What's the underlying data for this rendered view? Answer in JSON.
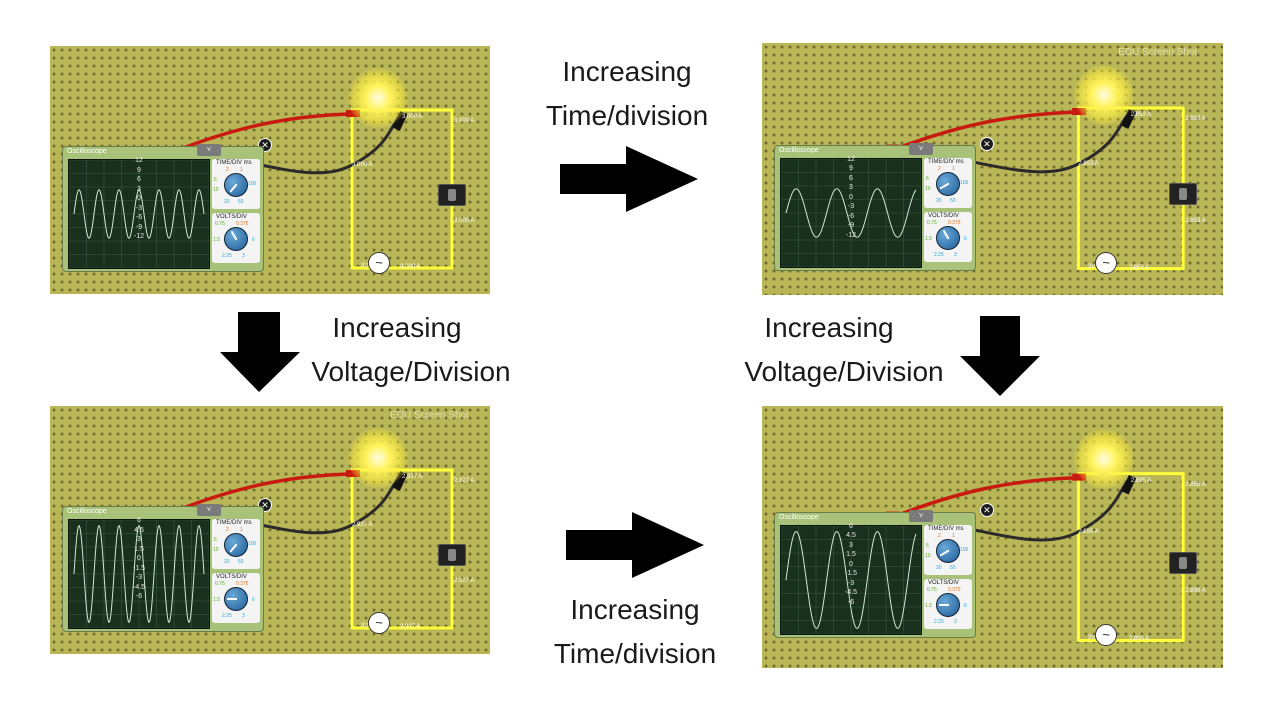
{
  "panels": [
    {
      "scope_title": "Oscilloscope",
      "tab_label": "v",
      "close_symbol": "✕",
      "watermark": "",
      "ticks": [
        "12",
        "9",
        "6",
        "3",
        "0",
        "-3",
        "-6",
        "-9",
        "-12"
      ],
      "time_title": "TIME/DIV ms",
      "time_opts": {
        "tl": "2",
        "tr": "1",
        "l1": "5",
        "l2": "10",
        "r1": "100",
        "b1": "20",
        "b2": "50"
      },
      "volts_title": "VOLTS/DIV",
      "volts_opts": {
        "tl": "0.75",
        "tr": "0.375",
        "l1": "1.5",
        "r1": "6",
        "b1": "2.25",
        "b2": "3"
      },
      "amps": [
        "3.000 A",
        "3.000 A",
        "3.000 A",
        "3.000 A",
        "3.000 A"
      ],
      "source_label": "3V",
      "wave": {
        "cycles": 6.5,
        "amplitude": 0.28,
        "phase": 0.0
      }
    },
    {
      "scope_title": "Oscilloscope",
      "tab_label": "v",
      "close_symbol": "✕",
      "watermark": "EDU Screen Shot",
      "ticks": [
        "12",
        "9",
        "6",
        "3",
        "0",
        "-3",
        "-6",
        "-9",
        "-12"
      ],
      "time_title": "TIME/DIV ms",
      "time_opts": {
        "tl": "2",
        "tr": "1",
        "l1": "5",
        "l2": "10",
        "r1": "100",
        "b1": "20",
        "b2": "50"
      },
      "volts_title": "VOLTS/DIV",
      "volts_opts": {
        "tl": "0.75",
        "tr": "0.375",
        "l1": "1.5",
        "r1": "6",
        "b1": "2.25",
        "b2": "3"
      },
      "amps": [
        "2.853 A",
        "2.853 A",
        "2.853 A",
        "2.853 A",
        "2.853 A"
      ],
      "source_label": "3V",
      "wave": {
        "cycles": 3.2,
        "amplitude": 0.28,
        "phase": 0.0
      }
    },
    {
      "scope_title": "Oscilloscope",
      "tab_label": "v",
      "close_symbol": "✕",
      "watermark": "EDU Screen Shot",
      "ticks": [
        "6",
        "4.5",
        "3",
        "1.5",
        "0",
        "-1.5",
        "-3",
        "-4.5",
        "-6"
      ],
      "time_title": "TIME/DIV ms",
      "time_opts": {
        "tl": "2",
        "tr": "1",
        "l1": "5",
        "l2": "10",
        "r1": "100",
        "b1": "20",
        "b2": "50"
      },
      "volts_title": "VOLTS/DIV",
      "volts_opts": {
        "tl": "0.75",
        "tr": "0.375",
        "l1": "1.5",
        "r1": "6",
        "b1": "2.25",
        "b2": "3"
      },
      "amps": [
        "2.927 A",
        "2.927 A",
        "2.927 A",
        "2.927 A",
        "2.927 A"
      ],
      "source_label": "3V",
      "wave": {
        "cycles": 6.5,
        "amplitude": 0.56,
        "phase": 0.0
      }
    },
    {
      "scope_title": "Oscilloscope",
      "tab_label": "v",
      "close_symbol": "✕",
      "watermark": "",
      "ticks": [
        "6",
        "4.5",
        "3",
        "1.5",
        "0",
        "-1.5",
        "-3",
        "-4.5",
        "-6"
      ],
      "time_title": "TIME/DIV ms",
      "time_opts": {
        "tl": "2",
        "tr": "1",
        "l1": "5",
        "l2": "10",
        "r1": "100",
        "b1": "20",
        "b2": "50"
      },
      "volts_title": "VOLTS/DIV",
      "volts_opts": {
        "tl": "0.75",
        "tr": "0.375",
        "l1": "1.5",
        "r1": "6",
        "b1": "2.25",
        "b2": "3"
      },
      "amps": [
        "2.895 A",
        "2.895 A",
        "2.895 A",
        "2.895 A",
        "2.895 A"
      ],
      "source_label": "3V",
      "wave": {
        "cycles": 3.2,
        "amplitude": 0.56,
        "phase": 0.0
      }
    }
  ],
  "captions": {
    "top": [
      "Increasing",
      "Time/division"
    ],
    "left": [
      "Increasing",
      "Voltage/Division"
    ],
    "right": [
      "Increasing",
      "Voltage/Division"
    ],
    "bottom": [
      "Increasing",
      "Time/division"
    ]
  },
  "colors": {
    "arrow": "#000000",
    "wire_yellow": "#ffff3a",
    "probe_red": "#c81a10",
    "probe_black": "#2a2a2a",
    "trace": "#cfe8d0"
  }
}
